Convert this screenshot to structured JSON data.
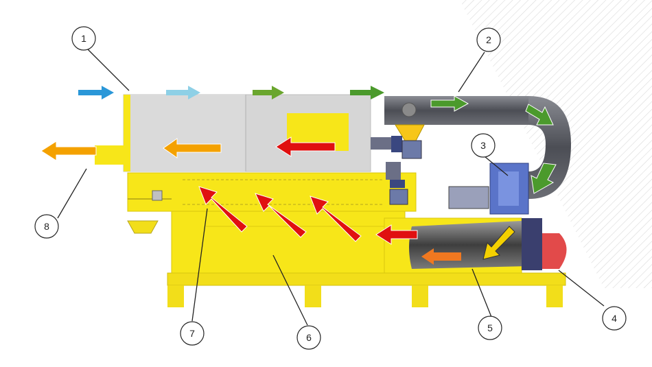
{
  "callouts": [
    {
      "id": "1",
      "label": "1"
    },
    {
      "id": "2",
      "label": "2"
    },
    {
      "id": "3",
      "label": "3"
    },
    {
      "id": "4",
      "label": "4"
    },
    {
      "id": "5",
      "label": "5"
    },
    {
      "id": "6",
      "label": "6"
    },
    {
      "id": "7",
      "label": "7"
    },
    {
      "id": "8",
      "label": "8"
    }
  ],
  "colors": {
    "machine_yellow": "#f7e619",
    "frame_yellow": "#f2de1a",
    "drum_grey": "#d6d6d6",
    "duct_grey": "#5e6068",
    "fan_blue": "#5a74c9",
    "burner_red": "#e24a4a",
    "arrow_cold": "#2a97d8",
    "arrow_cool": "#8ed0e6",
    "arrow_warm": "#6aa62e",
    "arrow_orange": "#f4a100",
    "arrow_hot": "#e01010"
  },
  "arrow_flow": [
    "cold",
    "cool",
    "warm",
    "warm",
    "orange",
    "hot"
  ]
}
